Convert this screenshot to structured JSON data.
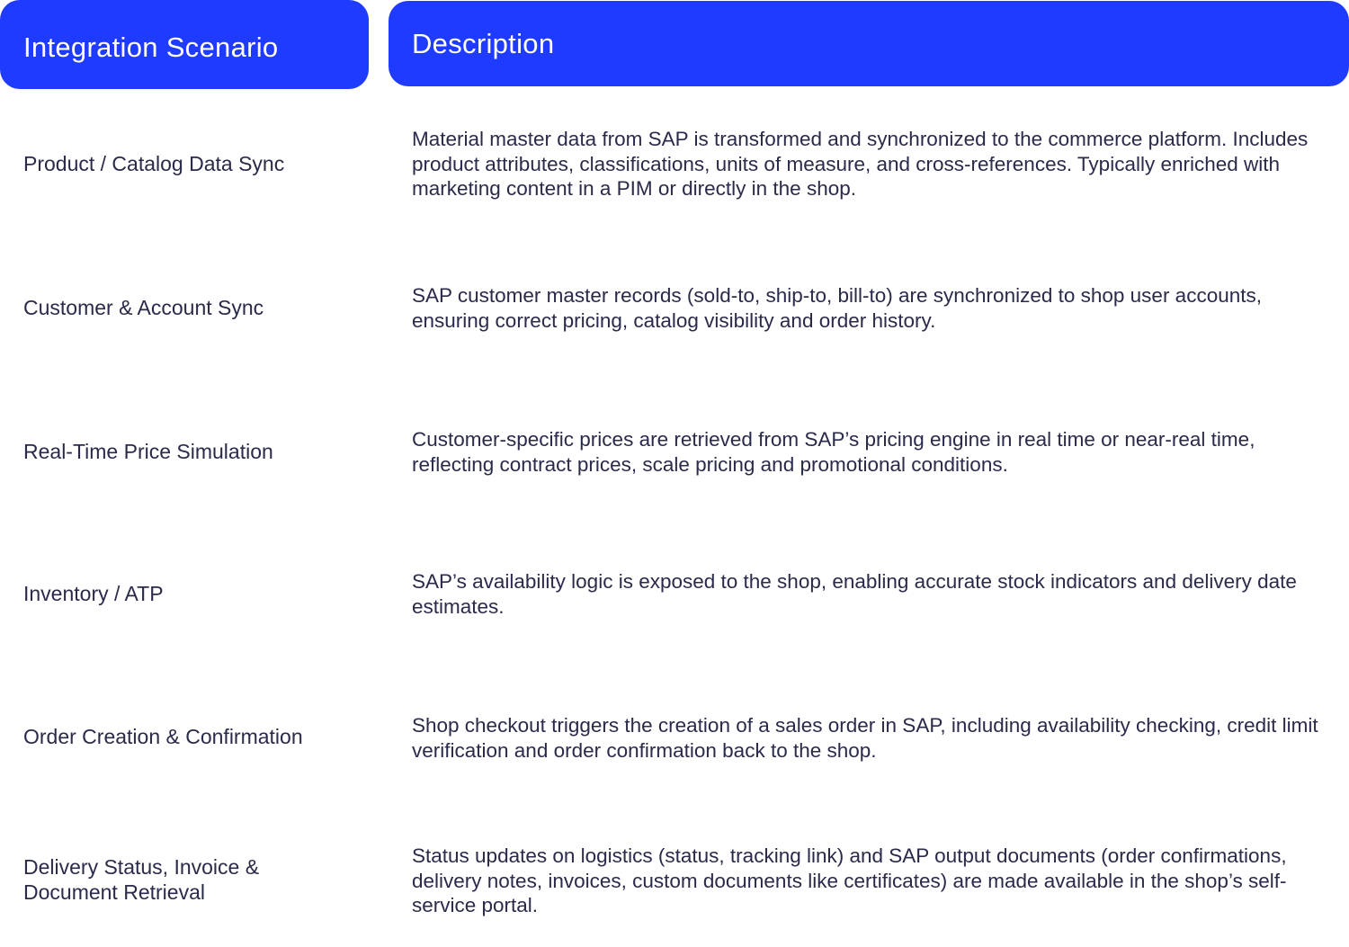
{
  "header": {
    "scenario_label": "Integration Scenario",
    "description_label": "Description"
  },
  "rows": [
    {
      "scenario": "Product / Catalog Data Sync",
      "description": "Material master data from SAP is transformed and synchronized to the commerce platform. Includes product attributes, classifications, units of measure, and cross-references. Typically enriched with marketing content in a PIM or directly in the shop."
    },
    {
      "scenario": "Customer & Account Sync",
      "description": "SAP customer master records (sold-to, ship-to, bill-to) are synchronized to shop user accounts, ensuring correct pricing, catalog visibility and order history."
    },
    {
      "scenario": "Real-Time Price Simulation",
      "description": "Customer-specific prices are retrieved from SAP’s pricing engine in real time or near-real time, reflecting contract prices, scale pricing and promotional conditions."
    },
    {
      "scenario": "Inventory / ATP",
      "description": "SAP’s availability logic is exposed to the shop, enabling accurate stock indicators and delivery date estimates."
    },
    {
      "scenario": "Order Creation & Confirmation",
      "description": "Shop checkout triggers the creation of a sales order in SAP, including availability checking, credit limit verification and order confirmation back to the shop."
    },
    {
      "scenario": "Delivery Status, Invoice & Document Retrieval",
      "description": "Status updates on logistics (status, tracking link) and SAP output documents (order confirmations, delivery notes, invoices, custom documents like certificates) are made available in the shop’s self-service portal."
    }
  ],
  "colors": {
    "header_bg": "#1f3bff",
    "header_text": "#ffffff",
    "body_text": "#2a2a4a"
  }
}
